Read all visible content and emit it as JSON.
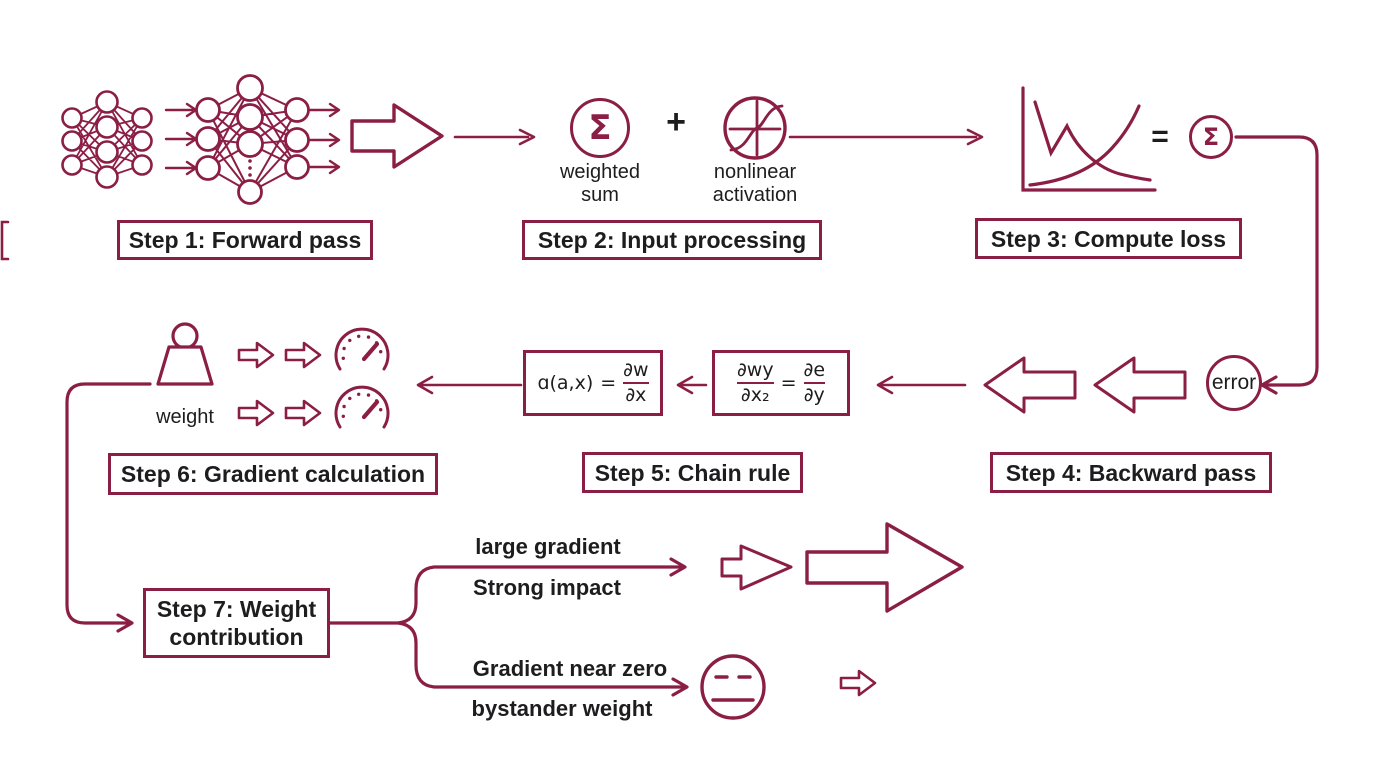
{
  "palette": {
    "accent": "#8b1e44",
    "ink": "#1d1d1f",
    "background": "#ffffff"
  },
  "steps": {
    "s1": "Step 1: Forward pass",
    "s2": "Step 2: Input processing",
    "s3": "Step 3: Compute loss",
    "s4": "Step 4: Backward pass",
    "s5": "Step 5: Chain rule",
    "s6": "Step 6: Gradient calculation",
    "s7_line1": "Step 7: Weight",
    "s7_line2": "contribution"
  },
  "labels": {
    "weighted_sum_line1": "weighted",
    "weighted_sum_line2": "sum",
    "nonlinear_line1": "nonlinear",
    "nonlinear_line2": "activation",
    "weight": "weight",
    "error": "error",
    "large_gradient": "large gradient",
    "strong_impact": "Strong impact",
    "gradient_near_zero": "Gradient near zero",
    "bystander_weight": "bystander weight"
  },
  "symbols": {
    "sigma": "Σ",
    "plus": "+",
    "equals": "="
  },
  "formulas": {
    "gradient_fn": {
      "lhs": "ɑ(a,x)",
      "eq": "=",
      "numerator": "∂w",
      "denominator": "∂x"
    },
    "chain_rule": {
      "numerator1": "∂wy",
      "denominator1": "∂x₂",
      "eq": "=",
      "numerator2": "∂e",
      "denominator2": "∂y"
    }
  },
  "icons": [
    "neural-network-icon",
    "sum-circle-icon",
    "activation-circle-icon",
    "loss-curve-icon",
    "error-circle-icon",
    "kettlebell-weight-icon",
    "gauge-icon",
    "neutral-face-icon",
    "block-arrow-icon"
  ]
}
